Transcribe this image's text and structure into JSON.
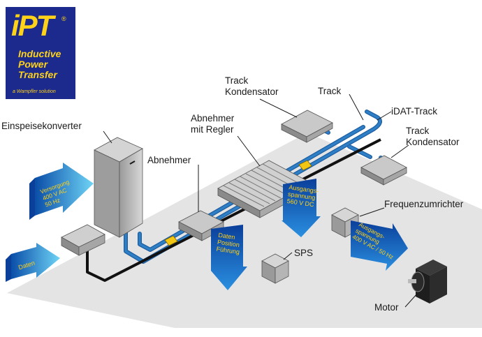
{
  "logo": {
    "brand": "iPT",
    "reg": "®",
    "line1": "Inductive",
    "line2": "Power",
    "line3": "Transfer",
    "tagline": "a Wampfler solution"
  },
  "labels": {
    "einspeisekonverter": "Einspeisekonverter",
    "track_kondensator_1_a": "Track",
    "track_kondensator_1_b": "Kondensator",
    "track": "Track",
    "idat_track": "iDAT-Track",
    "track_kondensator_2_a": "Track",
    "track_kondensator_2_b": "Kondensator",
    "abnehmer_mit_regler_a": "Abnehmer",
    "abnehmer_mit_regler_b": "mit Regler",
    "abnehmer": "Abnehmer",
    "frequenzumrichter": "Frequenzumrichter",
    "sps": "SPS",
    "motor": "Motor"
  },
  "arrows": {
    "versorgung": [
      "Versorgung",
      "400 V AC",
      "50 Hz"
    ],
    "daten": "Daten",
    "daten_position": [
      "Daten",
      "Position",
      "Führung"
    ],
    "ausgang_dc": [
      "Ausgangs-",
      "spannung",
      "560 V DC"
    ],
    "ausgang_ac": [
      "Ausgangs-",
      "spannung",
      "400 V AC / 50 Hz"
    ]
  },
  "colors": {
    "track_blue": "#2f7fc6",
    "floor": "#e4e4e4",
    "logo_bg": "#1b2a8c",
    "logo_text": "#ffd21a",
    "arrow_cyan": "#5ec8f0",
    "arrow_dark": "#0a4ea8"
  }
}
